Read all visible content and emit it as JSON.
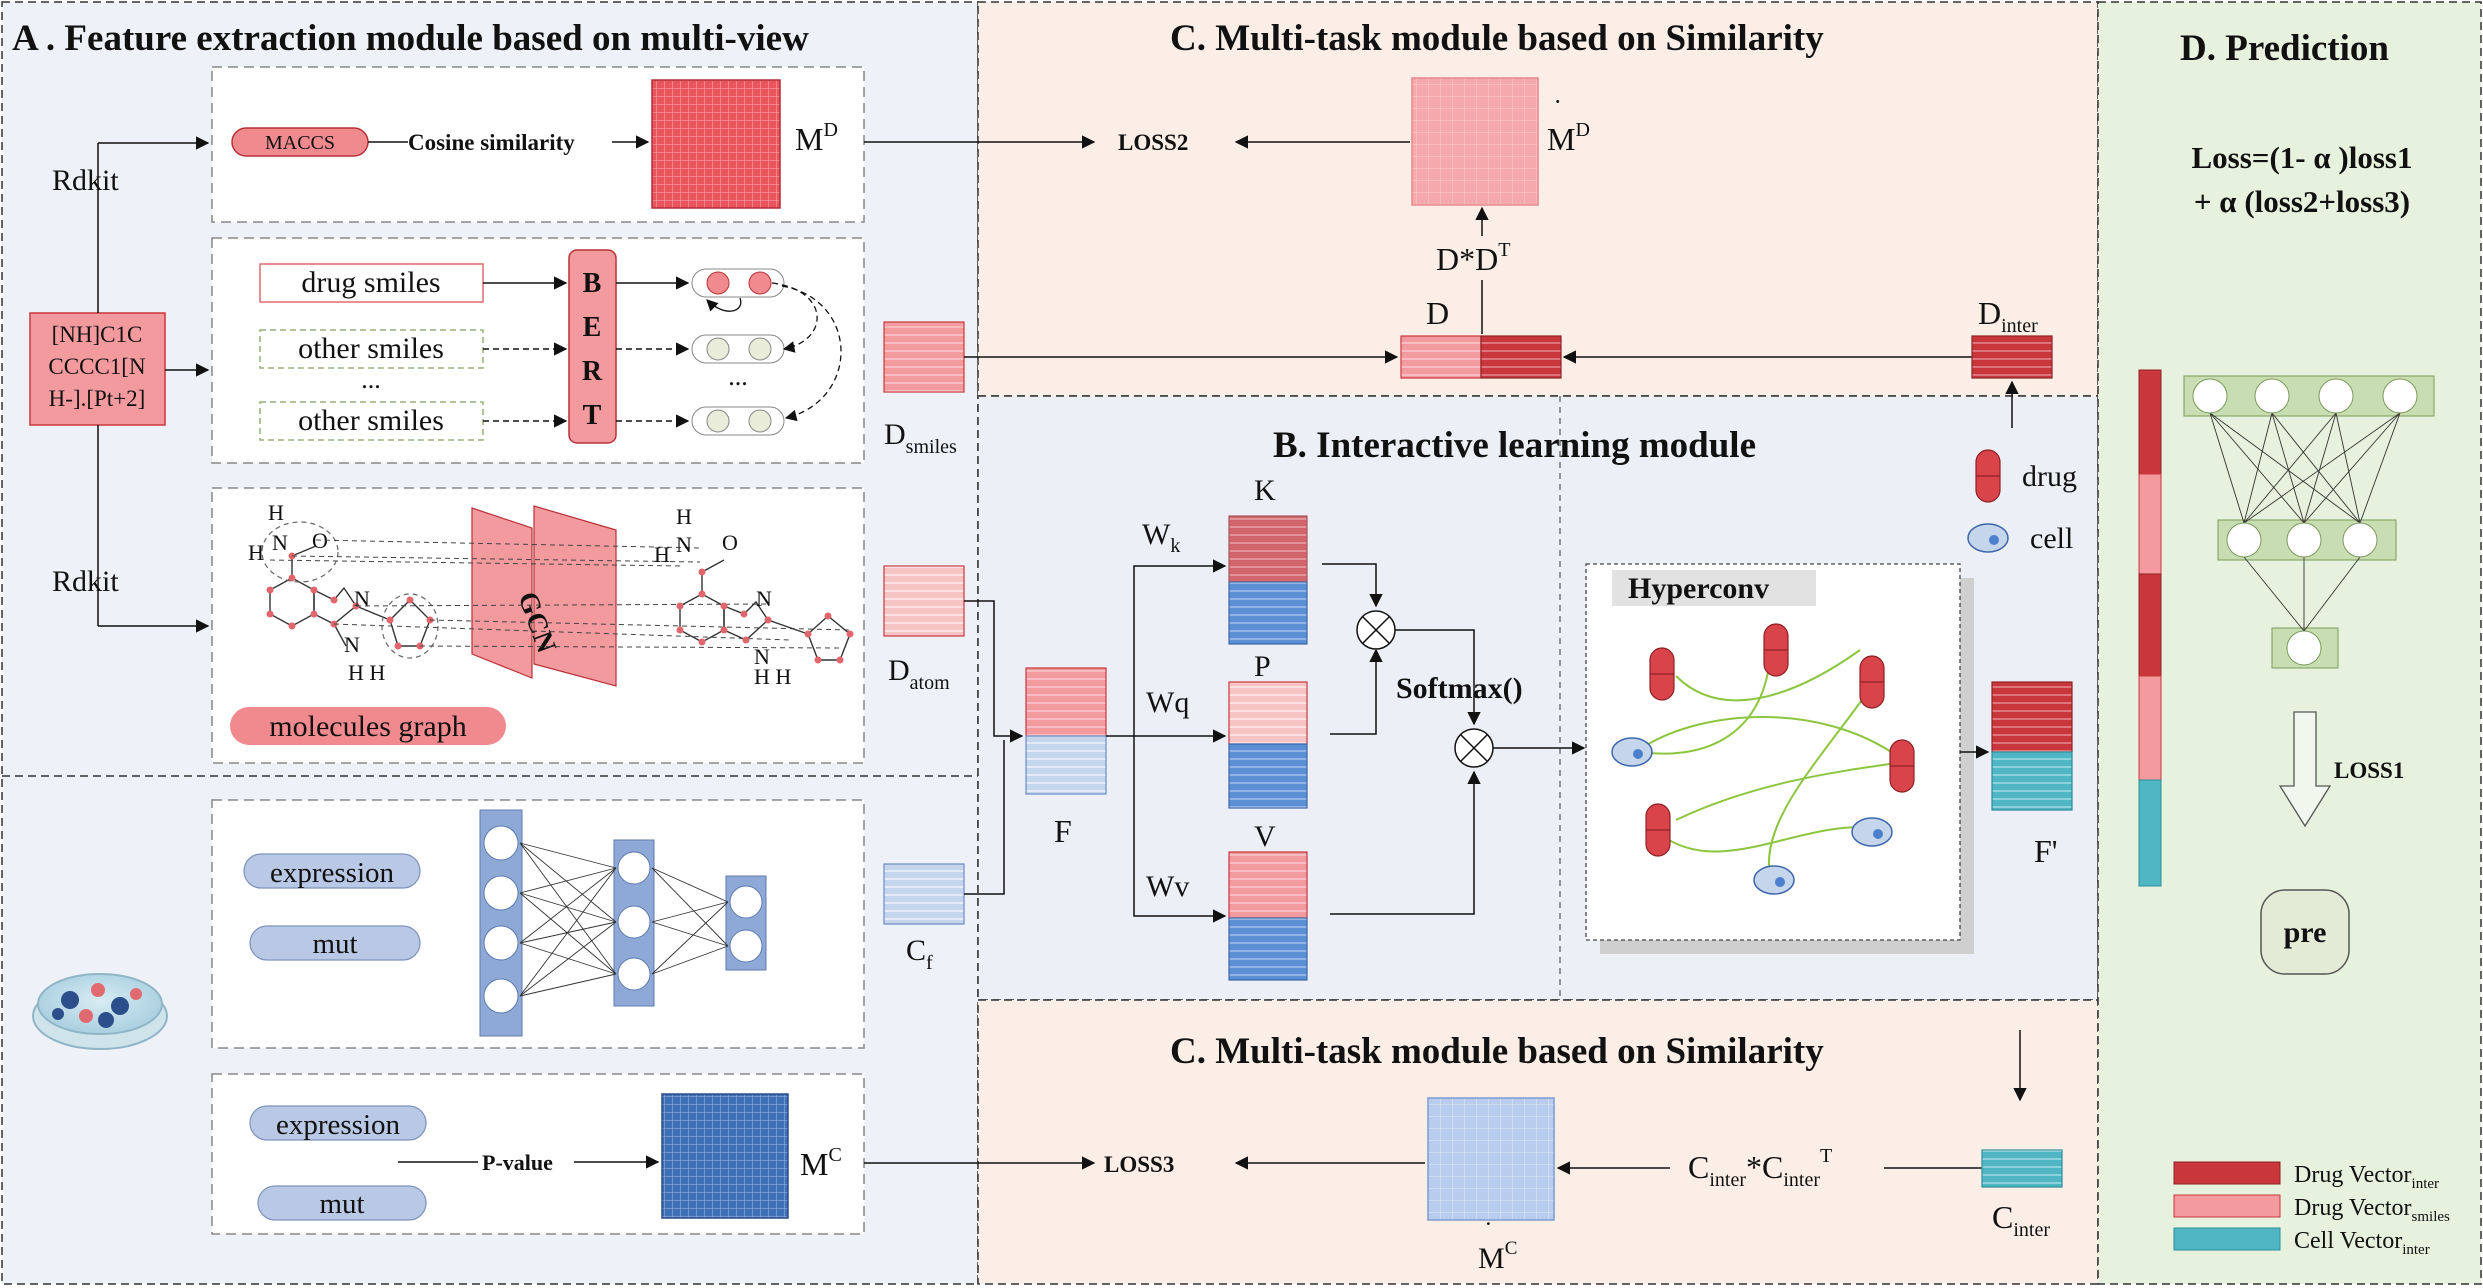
{
  "panels": {
    "a_title": "A . Feature extraction module based on multi-view",
    "c_title_top": "C.   Multi-task module based on Similarity",
    "b_title": "B.  Interactive learning  module",
    "c_title_bottom": "C.   Multi-task module based on Similarity",
    "d_title": "D. Prediction"
  },
  "module_a": {
    "rdkit_top": "Rdkit",
    "rdkit_bottom": "Rdkit",
    "smiles_line1": "[NH]C1C",
    "smiles_line2": "CCCC1[N",
    "smiles_line3": "H-].[Pt+2]",
    "maccs": "MACCS",
    "cosine": "Cosine similarity",
    "md_label": "M",
    "md_sup": "D",
    "drug_smiles": "drug smiles",
    "other_smiles_1": "other  smiles",
    "dots_1": "...",
    "other_smiles_2": "other smiles",
    "dots_2": "...",
    "bert": [
      "B",
      "E",
      "R",
      "T"
    ],
    "gcn": "GCN",
    "mol_graph": "molecules graph",
    "expression_1": "expression",
    "mut_1": "mut",
    "expression_2": "expression",
    "mut_2": "mut",
    "pvalue": "P-value",
    "mc_label": "M",
    "mc_sup": "C",
    "dsmiles": "D",
    "dsmiles_sub": "smiles",
    "datom": "D",
    "datom_sub": "atom",
    "cf": "C",
    "cf_sub": "f"
  },
  "module_c_top": {
    "loss2": "LOSS2",
    "mdot": "M",
    "mdot_sup": "D",
    "ddt": "D*D",
    "ddt_sup": "T",
    "d_label": "D",
    "dinter": "D",
    "dinter_sub": "inter"
  },
  "module_b": {
    "k": "K",
    "p": "P",
    "v": "V",
    "wk": "W",
    "wk_sub": "k",
    "wq": "Wq",
    "wv": "Wv",
    "f": "F",
    "softmax": "Softmax()",
    "hyperconv": "Hyperconv",
    "fprime": "F'",
    "legend_drug": "drug",
    "legend_cell": "cell"
  },
  "module_c_bottom": {
    "loss3": "LOSS3",
    "mdot": "M",
    "mdot_sup": "C",
    "cc": "C",
    "cc_sub1": "inter",
    "cc_mid": "*C",
    "cc_sub2": "inter",
    "cc_sup": "T",
    "cinter": "C",
    "cinter_sub": "inter"
  },
  "module_d": {
    "loss_line1": "Loss=(1- α )loss1",
    "loss_line2": "+ α (loss2+loss3)",
    "loss1": "LOSS1",
    "pre": "pre",
    "legend": [
      {
        "label": "Drug Vector",
        "sub": "inter",
        "color": "#c9373d"
      },
      {
        "label": "Drug Vector",
        "sub": "smiles",
        "color": "#f29a9e"
      },
      {
        "label": "Cell  Vector",
        "sub": "inter",
        "color": "#4fb6c4"
      }
    ]
  },
  "colors": {
    "drug_dark": "#c9373d",
    "drug_light": "#f29a9e",
    "cell_blue": "#5b8fd6",
    "cell_teal": "#4fb6c4",
    "panel_a": "#eef1f7",
    "panel_c": "#fbeee6",
    "panel_d": "#e6f2dd"
  }
}
